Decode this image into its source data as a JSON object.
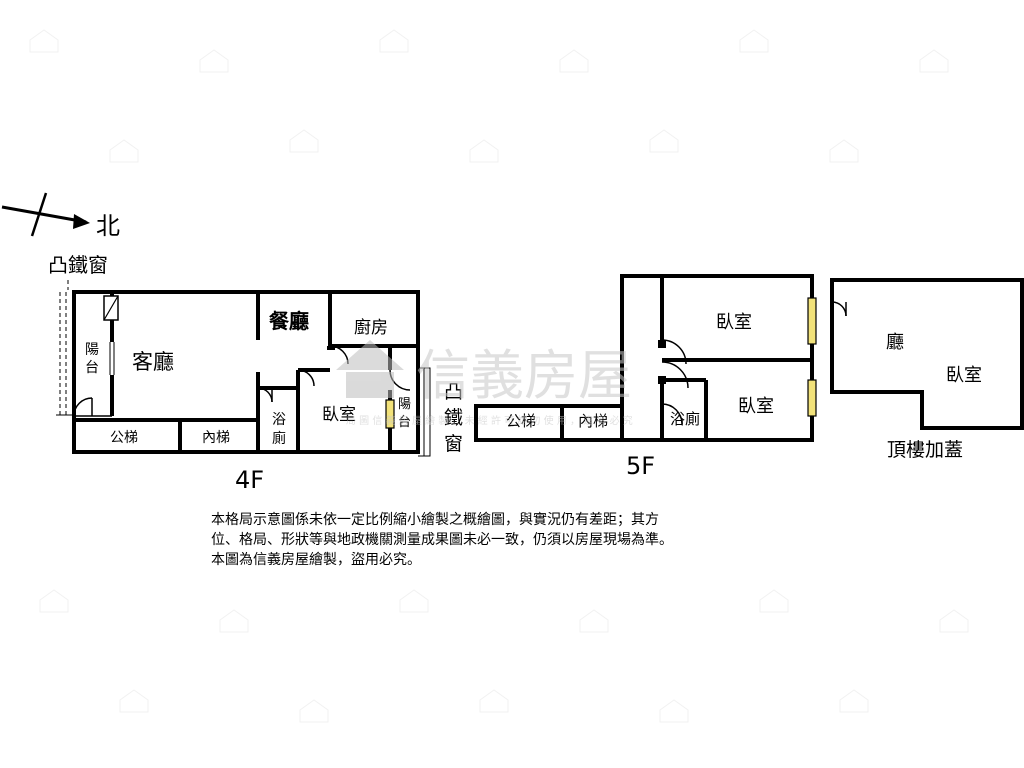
{
  "compass": {
    "north": "北"
  },
  "floor4": {
    "bay_window_top": "凸鐵窗",
    "living_room": "客廳",
    "balcony_west": [
      "陽",
      "台"
    ],
    "dining": "餐廳",
    "kitchen": "廚房",
    "bath": [
      "浴",
      "廁"
    ],
    "bedroom": "臥室",
    "balcony_east": [
      "陽",
      "台"
    ],
    "public_stair": "公梯",
    "inner_stair": "內梯",
    "floor_label": "4F",
    "bay_window_side": [
      "凸",
      "鐵",
      "窗"
    ]
  },
  "floor5": {
    "bedroom_north": "臥室",
    "bedroom_south": "臥室",
    "public_stair": "公梯",
    "inner_stair": "內梯",
    "bath": "浴廁",
    "floor_label": "5F"
  },
  "rooftop": {
    "hall": "廳",
    "bedroom": "臥室",
    "label": "頂樓加蓋"
  },
  "watermark": {
    "brand": "信義房屋",
    "fine_print": "局 圖 信 義 房 屋 繪 製 ， 未 經 許 可 請 勿 使 用 ， 違 者 必 究"
  },
  "disclaimer": [
    "本格局示意圖係未依一定比例縮小繪製之概繪圖，與實況仍有差距；其方",
    "位、格局、形狀等與地政機關測量成果圖未必一致，仍須以房屋現場為準。",
    "本圖為信義房屋繪製，盜用必究。"
  ]
}
